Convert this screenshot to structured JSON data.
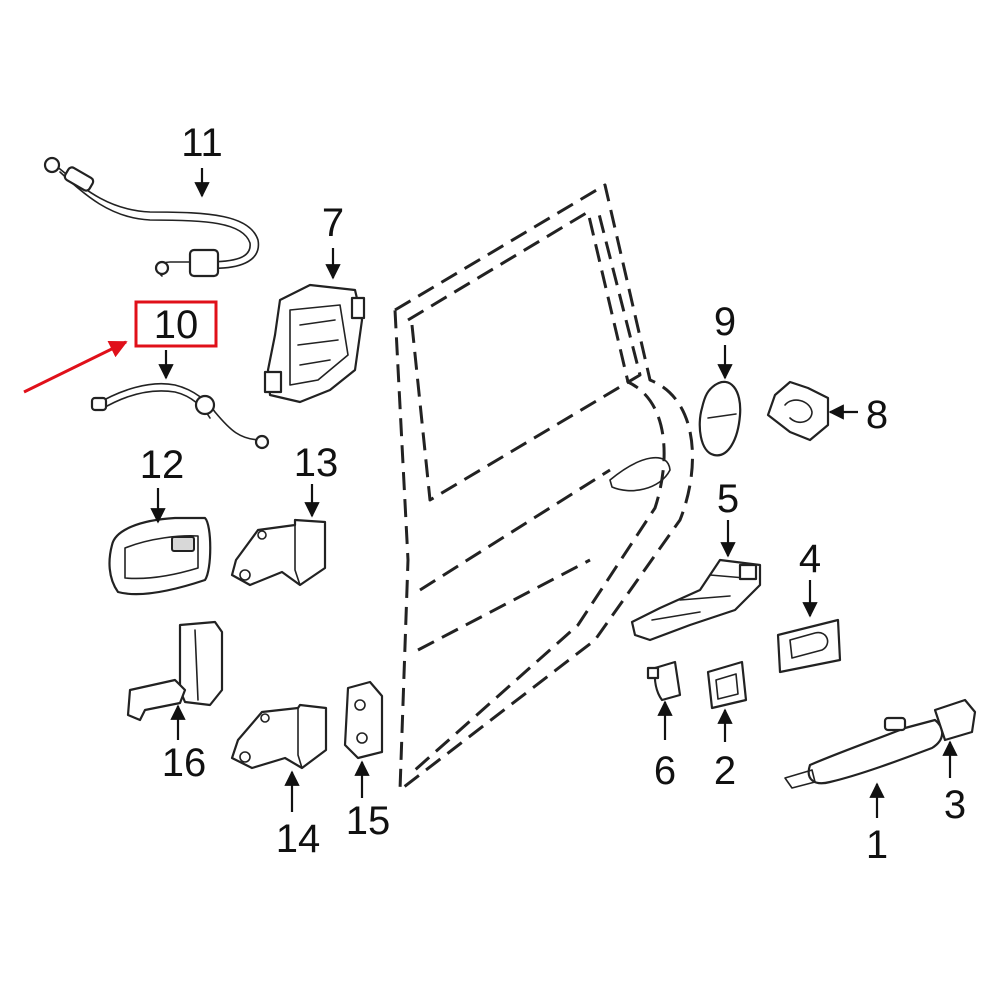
{
  "diagram": {
    "callouts": {
      "c1": "1",
      "c2": "2",
      "c3": "3",
      "c4": "4",
      "c5": "5",
      "c6": "6",
      "c7": "7",
      "c8": "8",
      "c9": "9",
      "c10": "10",
      "c11": "11",
      "c12": "12",
      "c13": "13",
      "c14": "14",
      "c15": "15",
      "c16": "16"
    },
    "highlighted_callout": "10",
    "highlight_color": "#e0101a",
    "line_color": "#222222"
  }
}
